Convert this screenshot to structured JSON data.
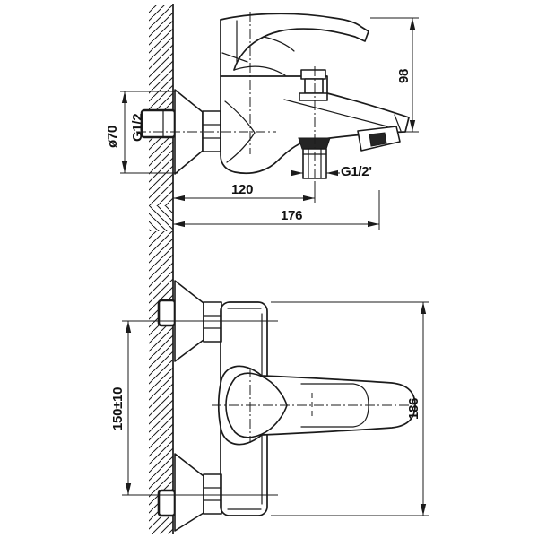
{
  "figure": {
    "kind": "technical-drawing",
    "subject": "wall-mounted single-lever bath mixer faucet, side view (top) and plan view (bottom)",
    "background_color": "#ffffff",
    "line_color": "#1b1b1b"
  },
  "dimensions": {
    "escutcheon_diameter": {
      "label": "ø70"
    },
    "inlet_thread": {
      "label": "G1/2"
    },
    "body_height": {
      "label": "98"
    },
    "shower_outlet_offset": {
      "label": "120"
    },
    "outlet_thread": {
      "label": "G1/2'"
    },
    "spout_reach": {
      "label": "176"
    },
    "inlet_spacing": {
      "label": "150±10"
    },
    "body_length": {
      "label": "186"
    }
  }
}
